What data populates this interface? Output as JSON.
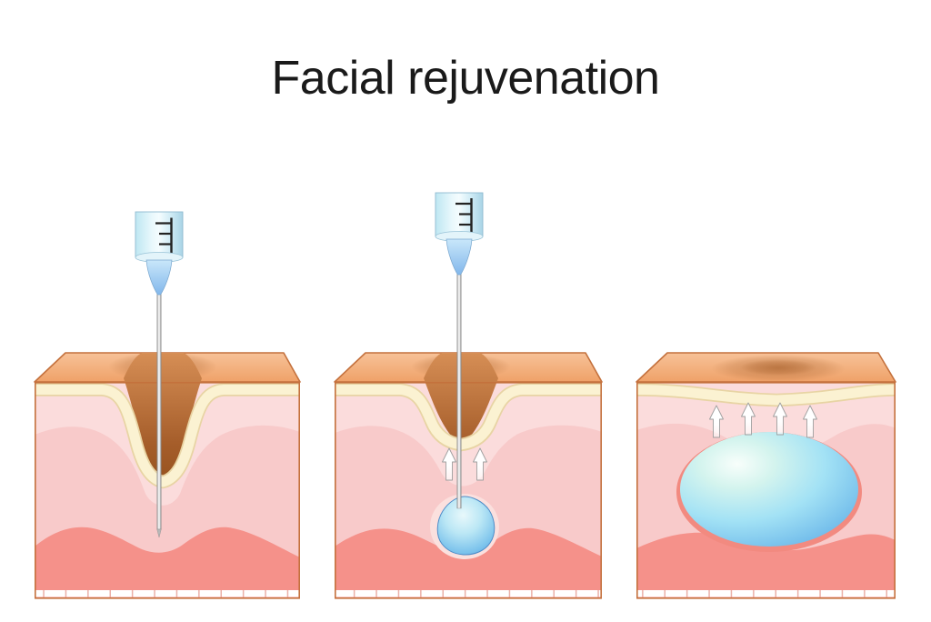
{
  "title": "Facial rejuvenation",
  "colors": {
    "background": "#FFFFFF",
    "title_text": "#1A1A1A",
    "skin_surface_orange": "#F1A76F",
    "wrinkle_shadow_brown": "#A55D2A",
    "epidermis_cream": "#FBF2D2",
    "epidermis_edge_tan": "#E8D4A4",
    "dermis_light_pink": "#FBDCDC",
    "dermis_mid_pink": "#F8CACA",
    "subcutis_salmon": "#F5918A",
    "fascia_white": "#FFFFFF",
    "block_outline": "#C4713D",
    "filler_blue": "#66AEE2",
    "filler_highlight": "#E8F8FB",
    "syringe_barrel_blue": "#BEE7F2",
    "syringe_hub_blue": "#82B7EB",
    "needle_gray": "#8E8E8E",
    "arrow_white": "#FFFFFF",
    "arrow_outline_gray": "#9E9E9E"
  },
  "panels": [
    {
      "step": 1,
      "syringe_visible": true,
      "filler_visible": false,
      "up_arrows": 0
    },
    {
      "step": 2,
      "syringe_visible": true,
      "filler_visible": true,
      "up_arrows": 2
    },
    {
      "step": 3,
      "syringe_visible": false,
      "filler_visible": true,
      "up_arrows": 4
    }
  ]
}
